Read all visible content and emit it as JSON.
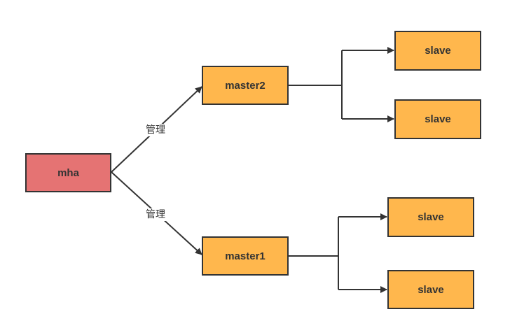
{
  "nodes": {
    "mha": "mha",
    "master2": "master2",
    "master1": "master1",
    "master2_slaves": [
      "slave",
      "slave"
    ],
    "master1_slaves": [
      "slave",
      "slave"
    ]
  },
  "edge_labels": {
    "mha_to_master2": "管理",
    "mha_to_master1": "管理"
  },
  "colors": {
    "mha_fill": "#e57373",
    "server_fill": "#ffb74d",
    "stroke": "#333333"
  }
}
